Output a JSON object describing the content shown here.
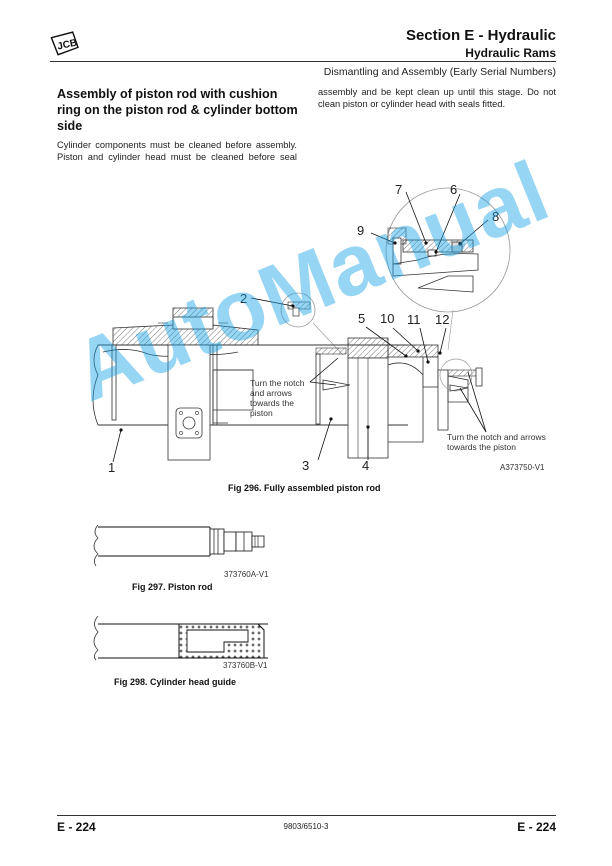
{
  "header": {
    "logo_text": "JCB",
    "section_title": "Section E - Hydraulic",
    "subsection_title": "Hydraulic Rams",
    "description": "Dismantling and Assembly (Early Serial Numbers)"
  },
  "content": {
    "heading": "Assembly of piston rod with cushion ring on the piston rod & cylinder bottom side",
    "paragraph_left": "Cylinder components must be cleaned before assembly. Piston and cylinder head must be cleaned before seal",
    "paragraph_right_line1": "assembly and be kept clean up until this stage. Do not",
    "paragraph_right_line2": "clean piston or cylinder head with seals fitted."
  },
  "figures": {
    "fig296": {
      "caption": "Fig 296. Fully assembled piston rod",
      "code": "A373750-V1",
      "callouts": [
        "1",
        "2",
        "3",
        "4",
        "5",
        "6",
        "7",
        "8",
        "9",
        "10",
        "11",
        "12"
      ],
      "note_left_line1": "Turn the notch",
      "note_left_line2": "and arrows",
      "note_left_line3": "towards the",
      "note_left_line4": "piston",
      "note_right_line1": "Turn the notch and arrows",
      "note_right_line2": "towards the piston"
    },
    "fig297": {
      "caption": "Fig 297. Piston rod",
      "code": "373760A-V1"
    },
    "fig298": {
      "caption": "Fig 298. Cylinder head guide",
      "code": "373760B-V1"
    }
  },
  "watermark": "AutoManual",
  "footer": {
    "page_left": "E - 224",
    "doc_number": "9803/6510-3",
    "page_right": "E - 224"
  },
  "colors": {
    "watermark": "#1aa3e8",
    "text": "#111111",
    "rule": "#333333"
  }
}
